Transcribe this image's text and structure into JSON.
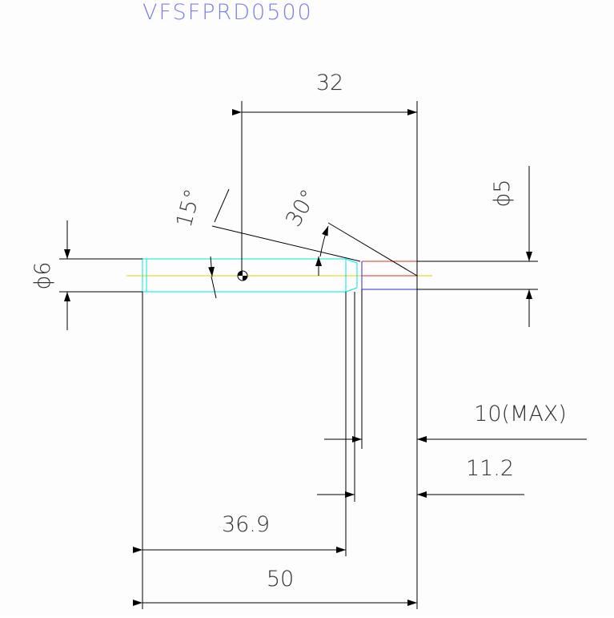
{
  "drawing": {
    "title": "VFSFPRD0500",
    "dimensions": {
      "top_length": "32",
      "tip_angle": "30°",
      "helix_angle": "15°",
      "shank_dia": "ϕ6",
      "tip_dia": "ϕ5",
      "flute_length_max": "10(MAX)",
      "step_length": "11.2",
      "shank_length": "36.9",
      "overall_length": "50"
    },
    "colors": {
      "line": "#000000",
      "shank": "#00e5e5",
      "tip": "#e03030",
      "step": "#2030e0",
      "axis": "#d8d800",
      "title": "#7b7fe8"
    }
  }
}
